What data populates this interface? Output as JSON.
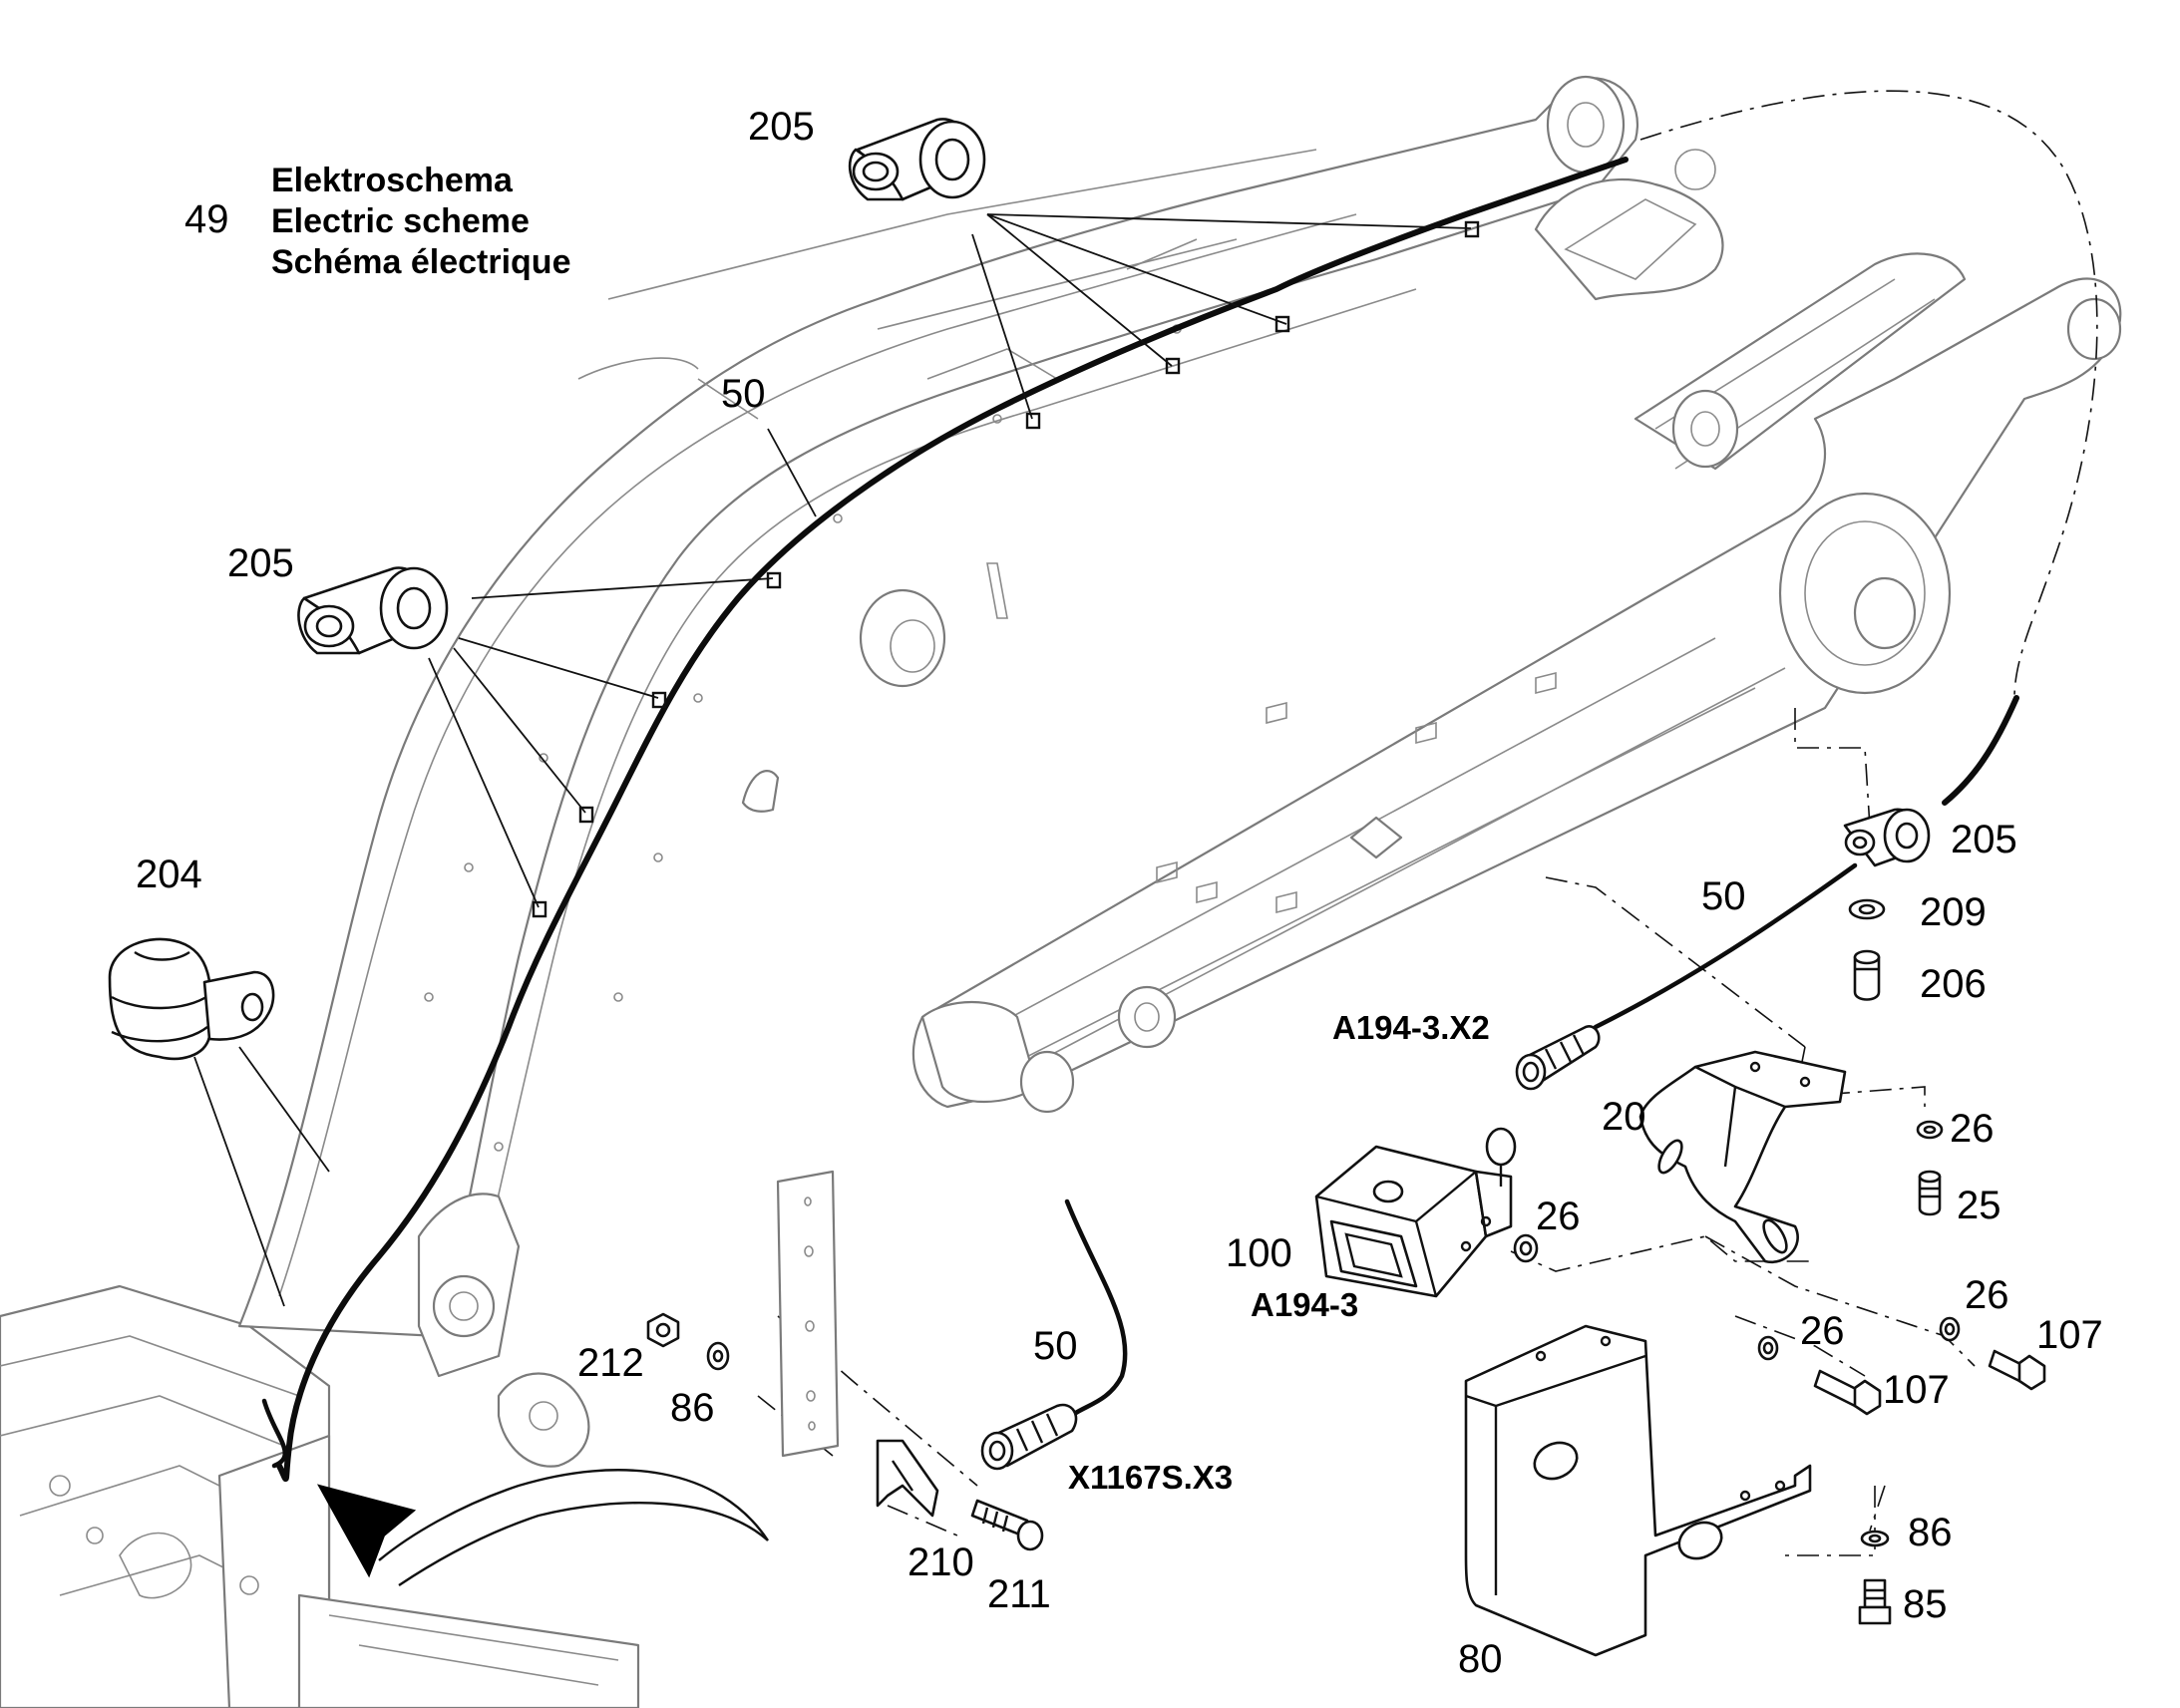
{
  "title_block": {
    "number": "49",
    "lines": [
      "Elektroschema",
      "Electric scheme",
      "Schéma électrique"
    ]
  },
  "callouts": {
    "c205_top": "205",
    "c205_left": "205",
    "c205_right": "205",
    "c50_boom": "50",
    "c50_right": "50",
    "c50_bottom": "50",
    "c204": "204",
    "c209": "209",
    "c206": "206",
    "c20": "20",
    "c26_a": "26",
    "c26_b": "26",
    "c26_c": "26",
    "c26_d": "26",
    "c25": "25",
    "c100": "100",
    "c107_a": "107",
    "c107_b": "107",
    "c212": "212",
    "c86_left": "86",
    "c86_right": "86",
    "c85": "85",
    "c210": "210",
    "c211": "211",
    "c80": "80"
  },
  "connectors": {
    "a194_x2": "A194-3.X2",
    "a194": "A194-3",
    "x1167": "X1167S.X3"
  }
}
